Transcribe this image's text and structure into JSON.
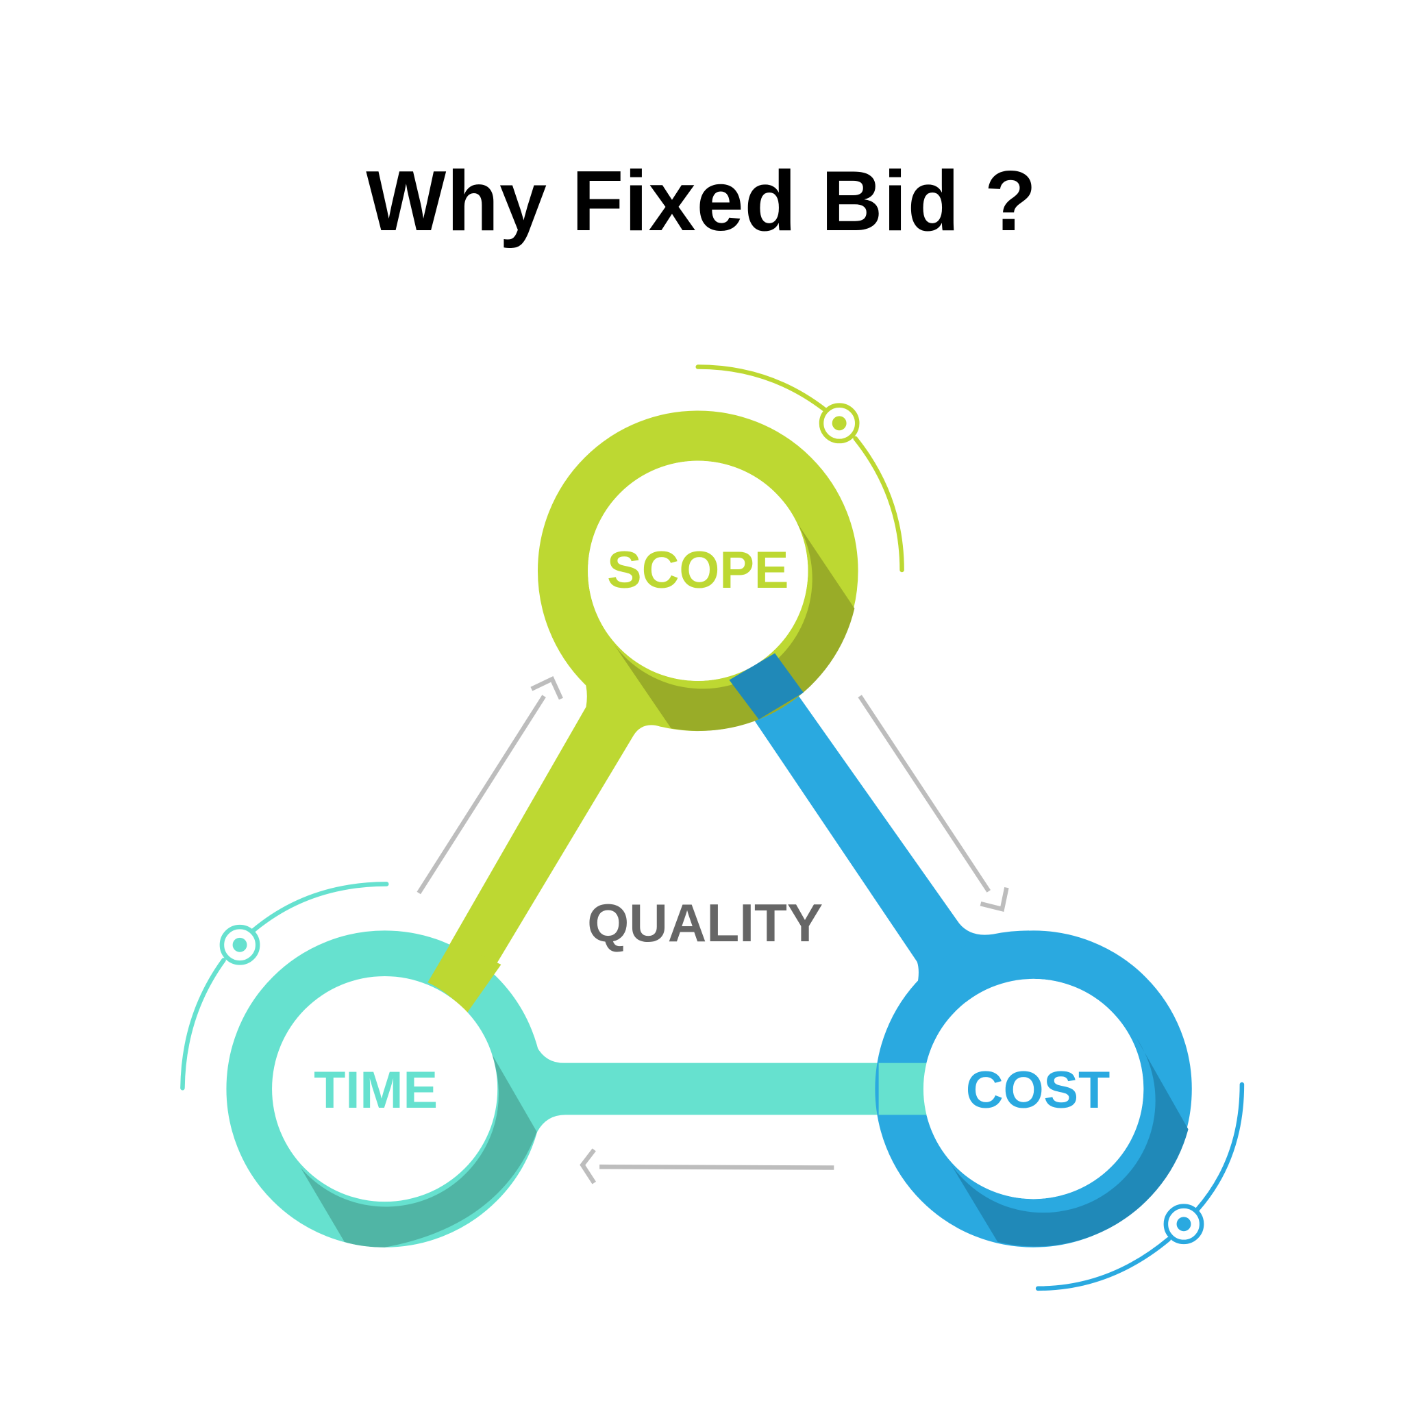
{
  "title": "Why Fixed Bid ?",
  "diagram": {
    "type": "triangle-cycle",
    "center_label": "QUALITY",
    "nodes": [
      {
        "id": "scope",
        "label": "SCOPE",
        "color": "#BDD832",
        "shade": "#99AC28"
      },
      {
        "id": "cost",
        "label": "COST",
        "color": "#2AA9E0",
        "shade": "#2089B8"
      },
      {
        "id": "time",
        "label": "TIME",
        "color": "#66E1CF",
        "shade": "#50B5A5"
      }
    ],
    "flow": [
      "TIME → SCOPE",
      "SCOPE → COST",
      "COST → TIME"
    ],
    "arrow_color": "#BDBDBD",
    "center_label_color": "#666666"
  }
}
